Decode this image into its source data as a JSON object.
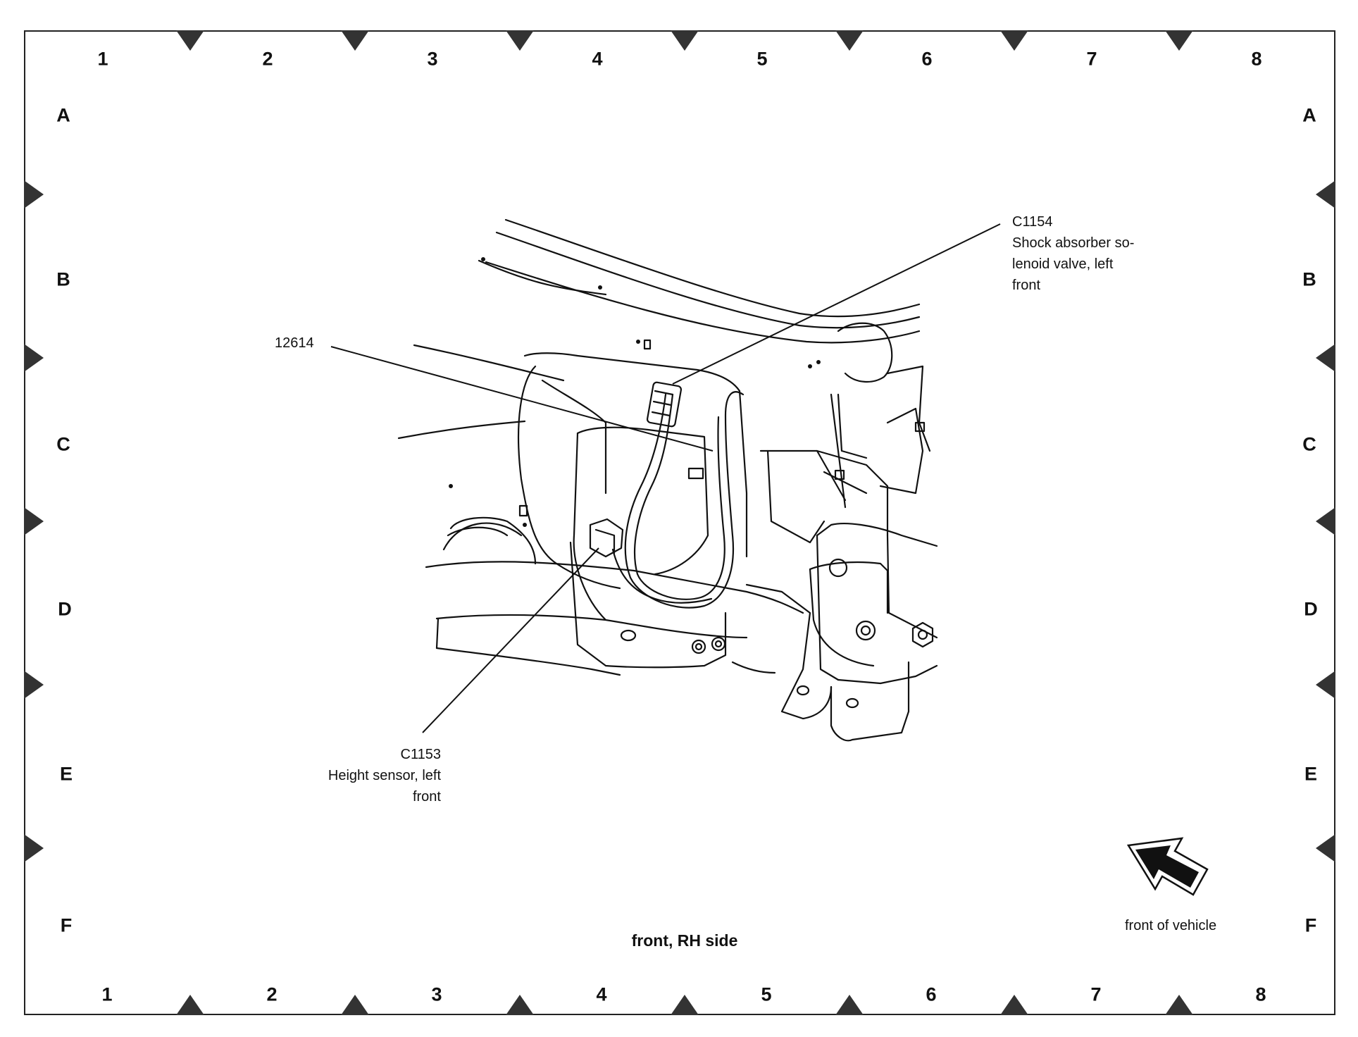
{
  "grid": {
    "columns": [
      "1",
      "2",
      "3",
      "4",
      "5",
      "6",
      "7",
      "8"
    ],
    "rows": [
      "A",
      "B",
      "C",
      "D",
      "E",
      "F"
    ]
  },
  "callouts": {
    "c1154": {
      "code": "C1154",
      "lines": [
        "Shock absorber so-",
        "lenoid valve, left",
        "front"
      ]
    },
    "part_12614": {
      "code": "12614"
    },
    "c1153": {
      "code": "C1153",
      "lines": [
        "Height sensor, left",
        "front"
      ]
    }
  },
  "caption": "front, RH side",
  "front_of_vehicle": {
    "label": "front of vehicle",
    "icon": "front-direction-arrow-icon"
  }
}
